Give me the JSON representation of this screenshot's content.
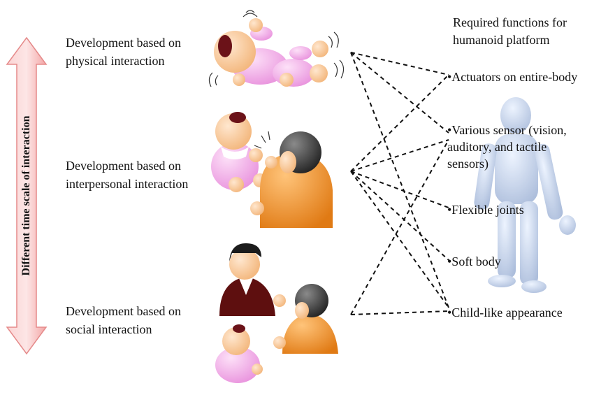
{
  "timescale_label": "Different  time  scale of interaction",
  "panels": [
    {
      "line1": "Development  based  on",
      "line2": "physical  interaction"
    },
    {
      "line1": "Development  based  on",
      "line2": "interpersonal  interaction"
    },
    {
      "line1": "Development  based  on",
      "line2": "social  interaction"
    }
  ],
  "required": {
    "line1": "Required  functions  for",
    "line2": "humanoid  platform"
  },
  "functions": [
    {
      "line1": "•Actuators  on  entire-body"
    },
    {
      "line1": "•Various  sensor  (vision,",
      "line2": "auditory,  and  tactile",
      "line3": "sensors)"
    },
    {
      "line1": "•Flexible  joints"
    },
    {
      "line1": "•Soft  body"
    },
    {
      "line1": "•Child-like  appearance"
    }
  ],
  "colors": {
    "panel_border": "#7f9fc8",
    "arrow": "#f4a3a3",
    "right_panel": "#c9ecfa",
    "pink": "#f1a6e6",
    "orange": "#f08c2a"
  }
}
